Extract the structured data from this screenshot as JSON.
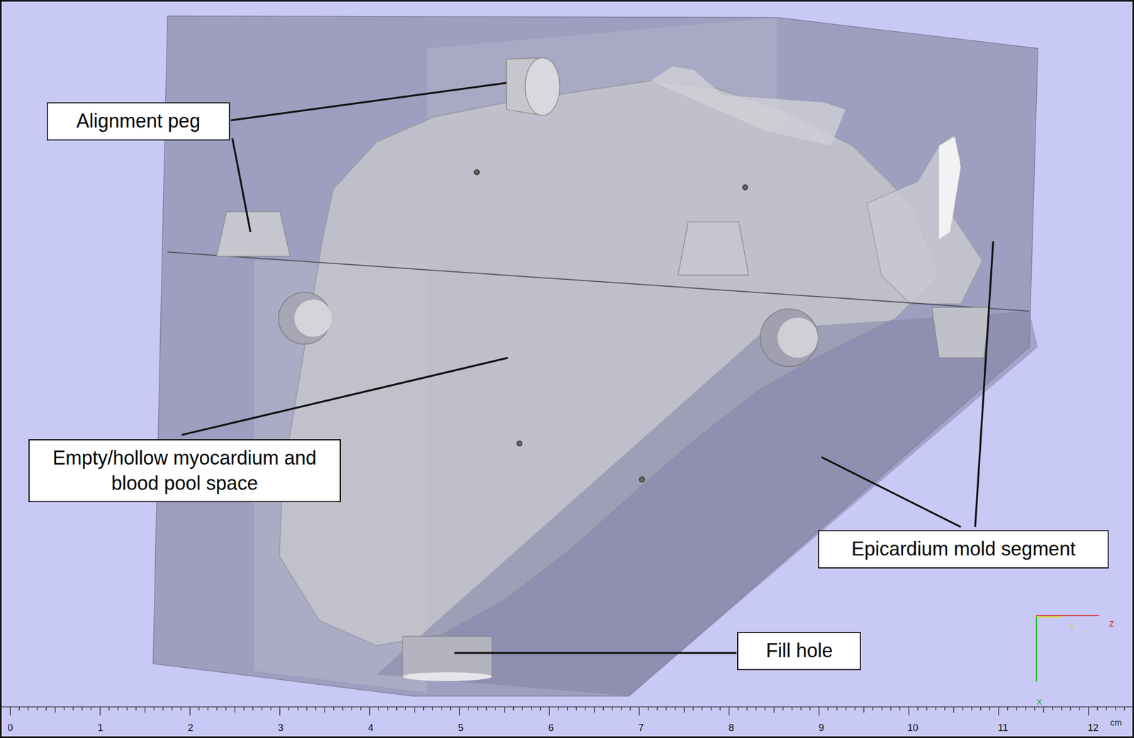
{
  "diagram": {
    "nodes": [
      {
        "text": [
          "Alignment peg"
        ]
      },
      {
        "text": [
          "Empty/hollow myocardium and blood pool space"
        ]
      },
      {
        "text": [
          "Epicardium mold segment"
        ]
      },
      {
        "text": [
          "Fill hole"
        ]
      }
    ],
    "labels": [
      "0",
      "1",
      "2",
      "3",
      "4",
      "5",
      "6",
      "7",
      "8",
      "9",
      "10",
      "11",
      "12",
      "cm",
      "Z",
      "Y",
      "X"
    ]
  }
}
